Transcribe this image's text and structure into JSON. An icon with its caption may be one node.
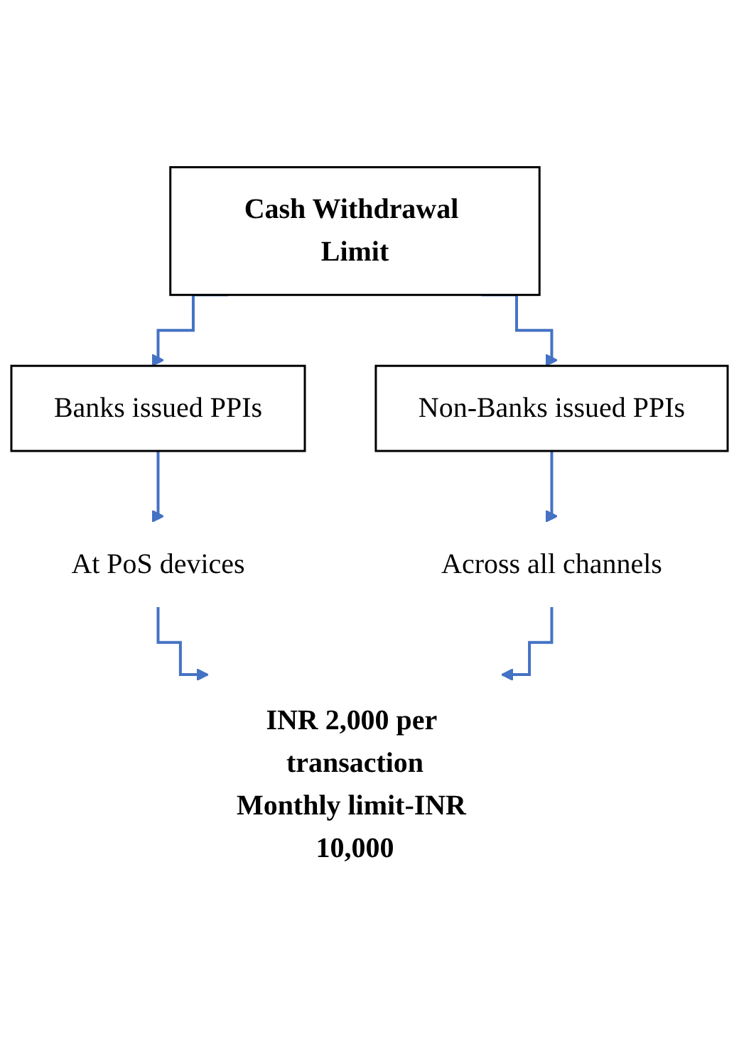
{
  "diagram": {
    "nodes": [
      {
        "text": [
          "Cash Withdrawal Limit"
        ]
      },
      {
        "text": [
          "Banks issued PPIs"
        ]
      },
      {
        "text": [
          "Non-Banks issued PPIs"
        ]
      },
      {
        "text": [
          "At PoS devices"
        ]
      },
      {
        "text": [
          "Across all channels"
        ]
      },
      {
        "text": [
          "INR 2,000 per transaction",
          "Monthly limit-INR 10,000"
        ]
      }
    ],
    "edges": [
      {
        "from": 0,
        "to": 1,
        "arrow": "to"
      },
      {
        "from": 0,
        "to": 2,
        "arrow": "to"
      },
      {
        "from": 1,
        "to": 3,
        "arrow": "to"
      },
      {
        "from": 2,
        "to": 4,
        "arrow": "to"
      },
      {
        "from": 3,
        "to": 5,
        "arrow": "to"
      },
      {
        "from": 4,
        "to": 5,
        "arrow": "to"
      }
    ]
  }
}
